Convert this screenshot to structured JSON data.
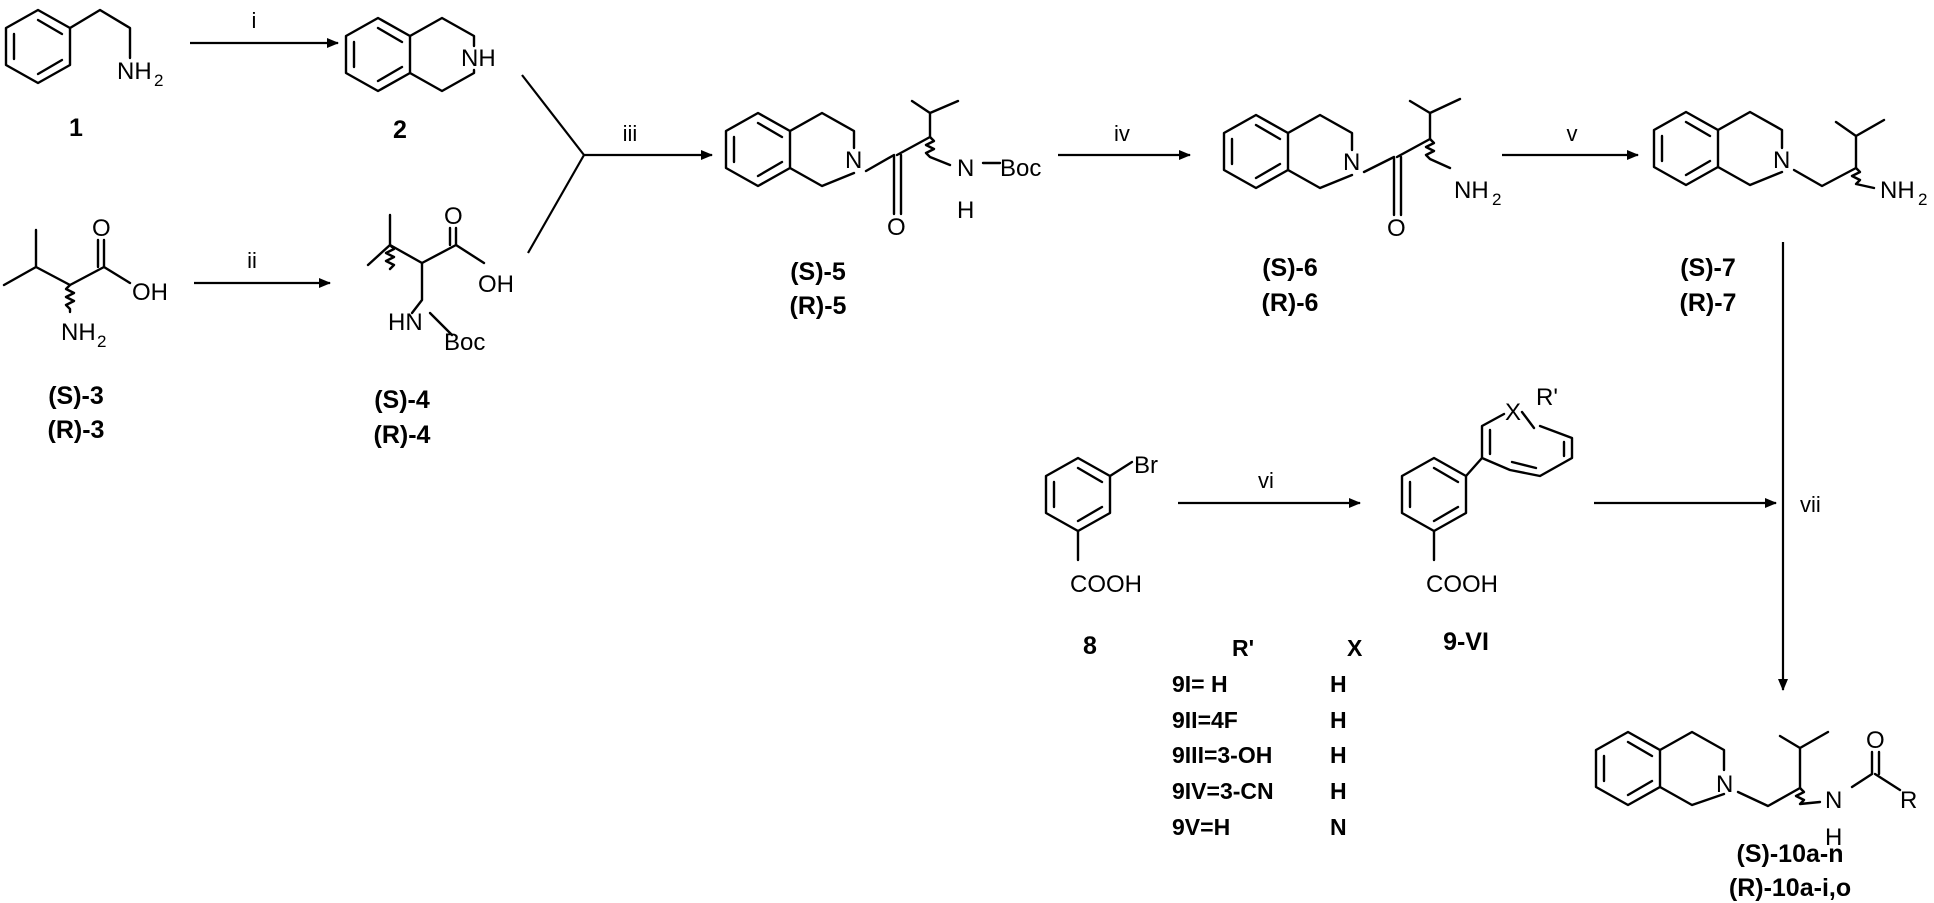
{
  "atoms": {
    "nh2": "NH",
    "nh": "NH",
    "n": "N",
    "h": "H",
    "o": "O",
    "oh": "OH",
    "hn": "HN",
    "boc": "Boc",
    "br": "Br",
    "cooh": "COOH",
    "x": "X",
    "r_prime": "R'",
    "r": "R",
    "sub2": "2"
  },
  "compounds": {
    "c1": "1",
    "c2": "2",
    "c3s": "(S)-3",
    "c3r": "(R)-3",
    "c4s": "(S)-4",
    "c4r": "(R)-4",
    "c5s": "(S)-5",
    "c5r": "(R)-5",
    "c6s": "(S)-6",
    "c6r": "(R)-6",
    "c7s": "(S)-7",
    "c7r": "(R)-7",
    "c8": "8",
    "c9": "9-VI",
    "c10s": "(S)-10a-n",
    "c10r": "(R)-10a-i,o"
  },
  "conditions": {
    "i": "i",
    "ii": "ii",
    "iii": "iii",
    "iv": "iv",
    "v": "v",
    "vi": "vi",
    "vii": "vii"
  },
  "substituent_table": {
    "headers": [
      "R'",
      "X"
    ],
    "rows": [
      [
        "9I= H",
        "H"
      ],
      [
        "9II=4F",
        "H"
      ],
      [
        "9III=3-OH",
        "H"
      ],
      [
        "9IV=3-CN",
        "H"
      ],
      [
        "9V=H",
        "N"
      ]
    ]
  }
}
